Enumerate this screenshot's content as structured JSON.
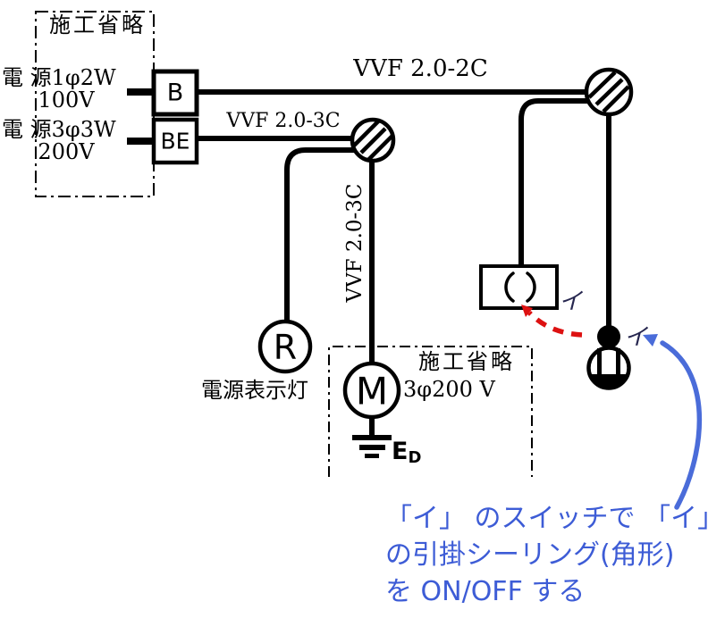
{
  "diagram": {
    "omission_top": "施工省略",
    "omission_bottom": "施工省略",
    "source1": {
      "name": "電 源1φ2W",
      "voltage": "100V"
    },
    "source2": {
      "name": "電 源3φ3W",
      "voltage": "200V"
    },
    "breaker1": "B",
    "breaker2": "BE",
    "cable_top": "VVF 2.0-2C",
    "cable_mid": "VVF 2.0-3C",
    "cable_vertical": "VVF 2.0-3C",
    "lamp_symbol": "R",
    "lamp_label": "電源表示灯",
    "motor_symbol": "M",
    "motor_rating": "3φ200 V",
    "ground_main": "E",
    "ground_sub": "D",
    "rose_mark": "イ",
    "switch_mark": "イ"
  },
  "annotation": {
    "line1": "「イ」 のスイッチで 「イ」",
    "line2": "の引掛シーリング(角形)",
    "line3": "を ON/OFF する",
    "text_color": "#3d5cd6",
    "arrow_color": "#4a6cd9",
    "red_arrow_color": "#dd1111"
  }
}
